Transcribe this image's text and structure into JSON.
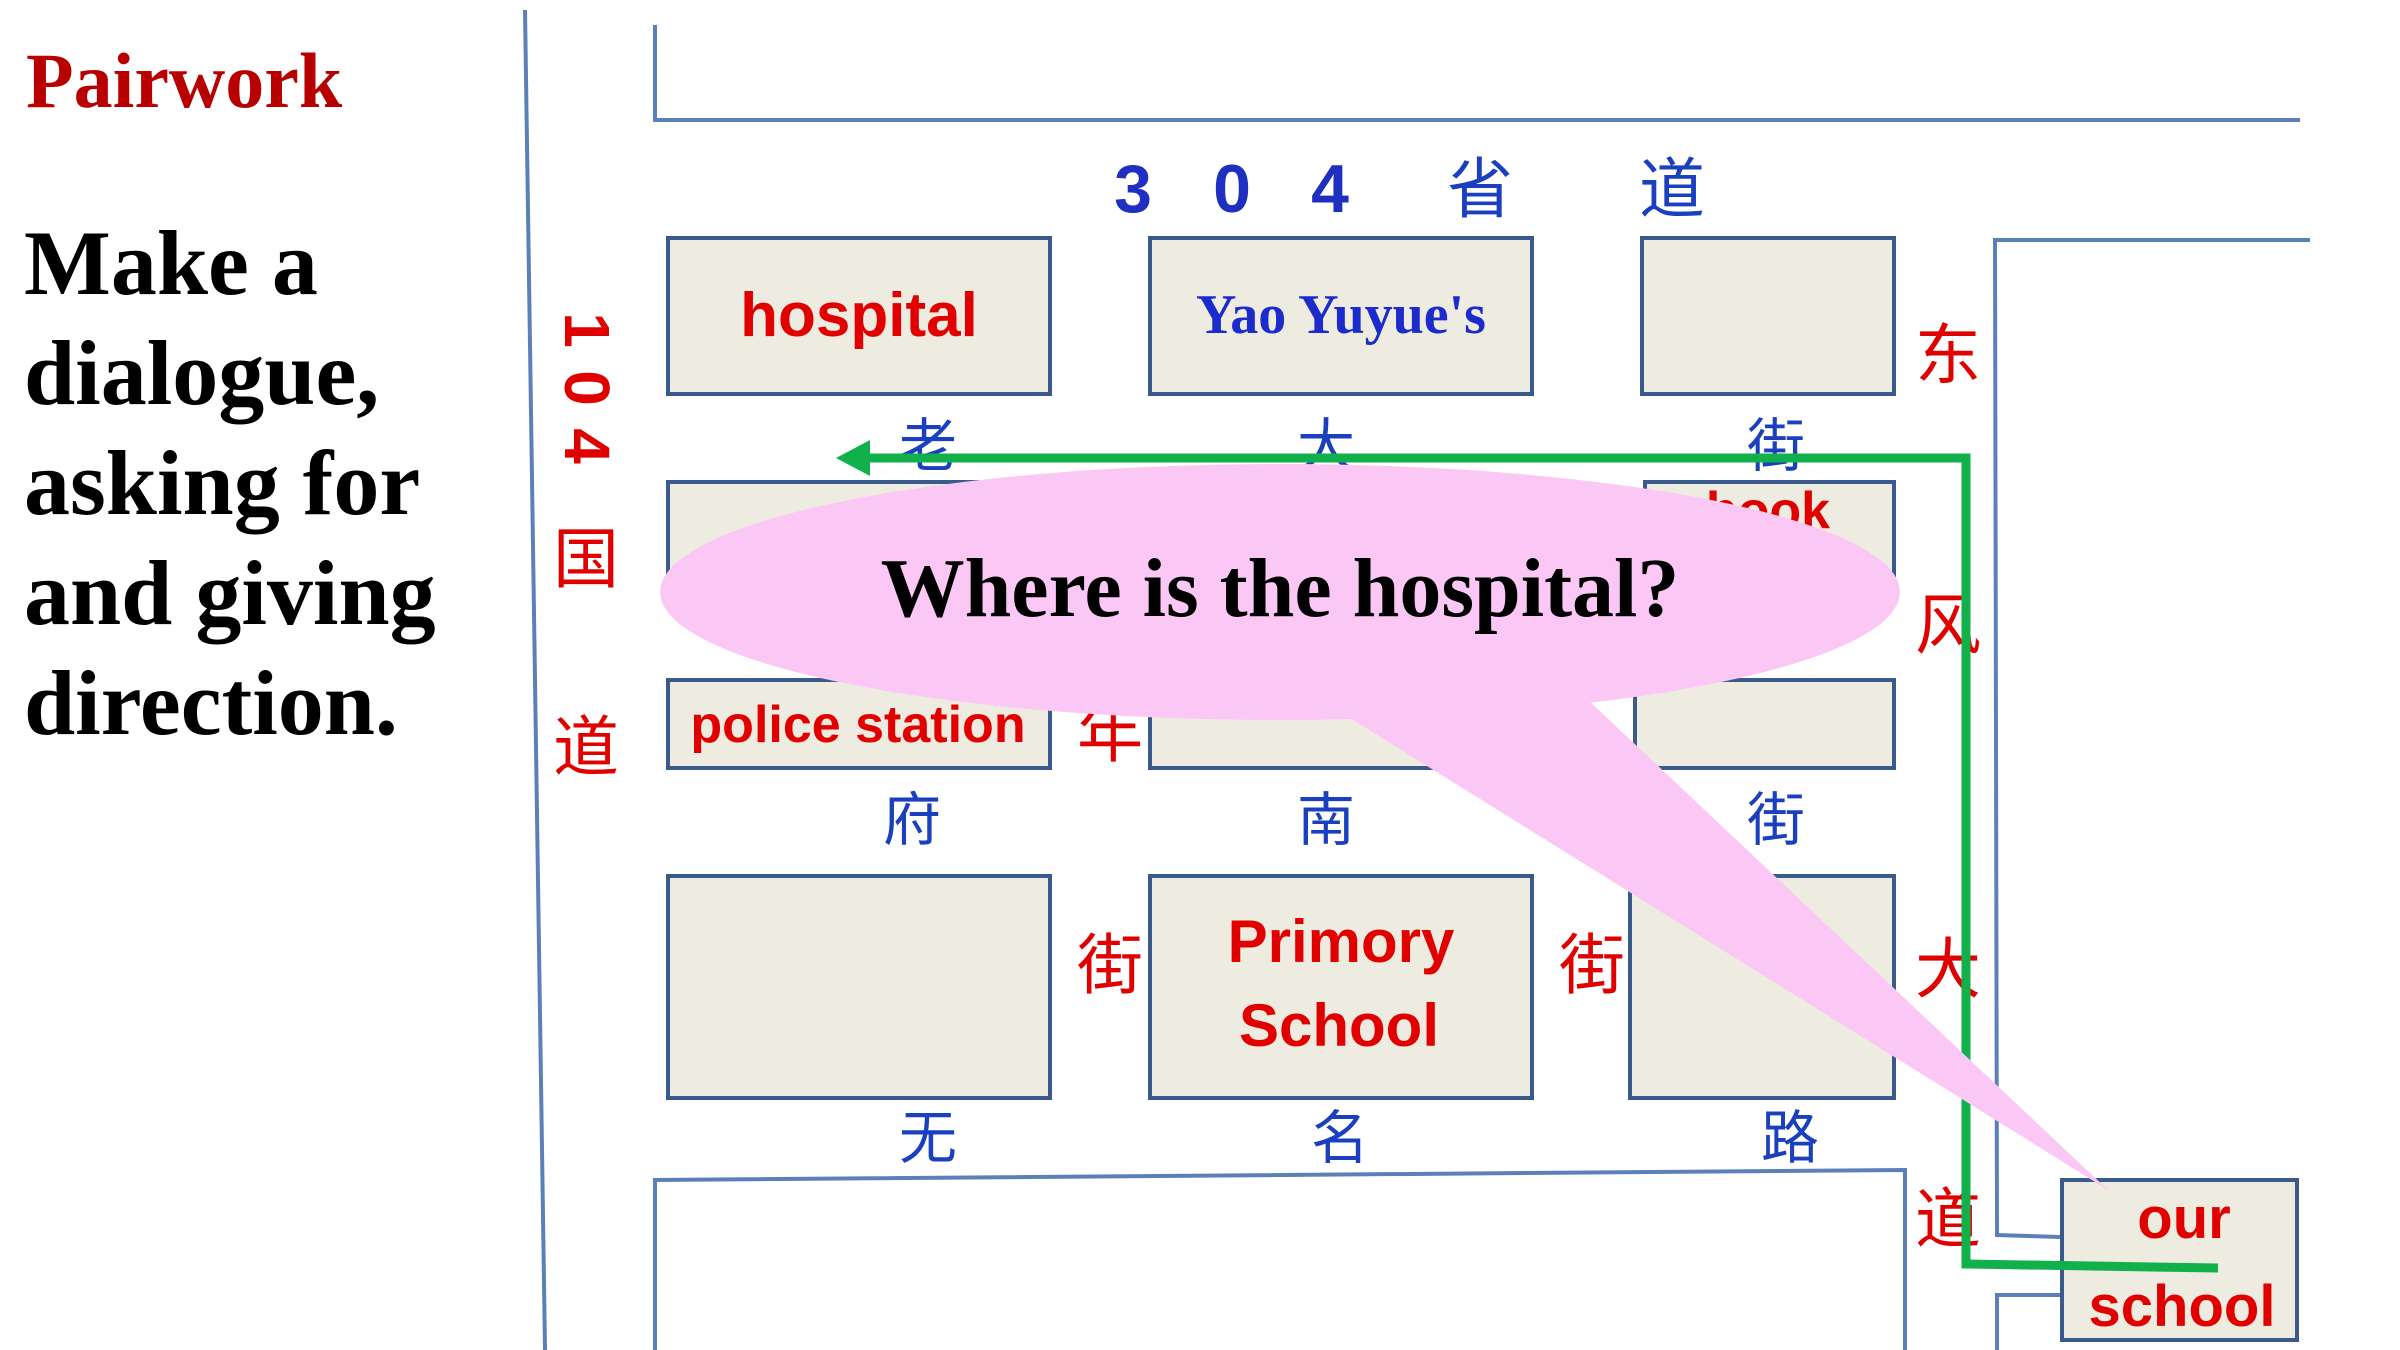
{
  "slide": {
    "title": "Pairwork",
    "instruction_lines": [
      "Make a",
      "dialogue,",
      "asking for",
      "and giving",
      "direction."
    ]
  },
  "map": {
    "top_road": {
      "num": [
        "3",
        "0",
        "4"
      ],
      "chars": [
        "省",
        "道"
      ]
    },
    "left_road": {
      "num": [
        "1",
        "0",
        "4"
      ],
      "chars": [
        "国",
        "道"
      ]
    },
    "east_road": {
      "chars": [
        "东",
        "风",
        "大",
        "道"
      ]
    },
    "upper_street": {
      "chars": [
        "老",
        "大",
        "街"
      ]
    },
    "middle_street": {
      "chars": [
        "府",
        "南",
        "街"
      ]
    },
    "lower_street": {
      "chars": [
        "无",
        "名",
        "路"
      ]
    },
    "vertical_street_1": {
      "chars": [
        "年",
        "街"
      ]
    },
    "vertical_street_2": {
      "chars": [
        "街"
      ]
    },
    "buildings": {
      "hospital": "hospital",
      "house": "Yao Yuyue's",
      "bookstore": "book",
      "police": "police station",
      "school_primary": [
        "Primory",
        "School"
      ],
      "our_school": [
        "our",
        "school"
      ]
    },
    "colors": {
      "building_fill": "#eeebe1",
      "building_stroke": "#3a5a8c",
      "road_line": "#5b80b8",
      "route": "#12b04a",
      "bubble": "#fbc8f6"
    }
  },
  "bubble": {
    "text": "Where is the hospital?"
  }
}
